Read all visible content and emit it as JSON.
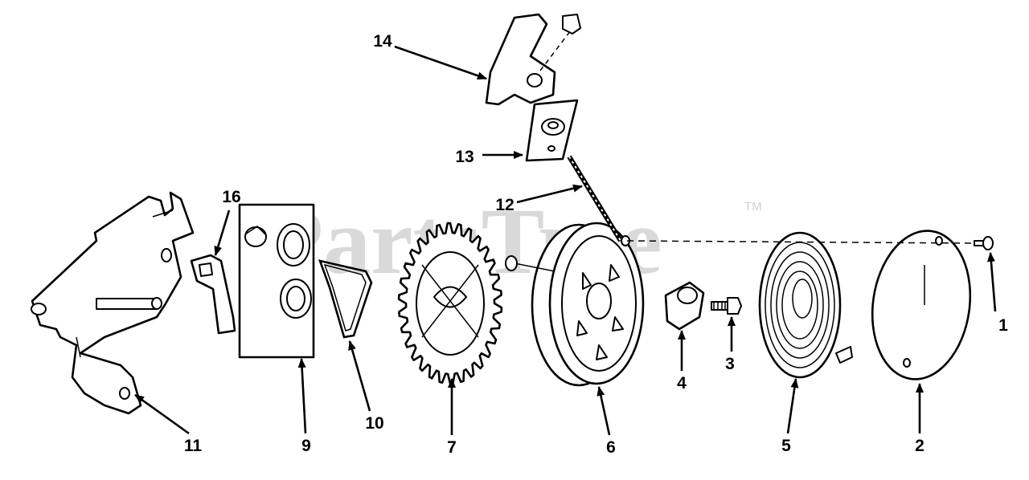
{
  "watermark": {
    "text": "PartsTree",
    "trademark": "TM"
  },
  "callouts": {
    "c1": "1",
    "c2": "2",
    "c3": "3",
    "c4": "4",
    "c5": "5",
    "c6": "6",
    "c7": "7",
    "c9": "9",
    "c10": "10",
    "c11": "11",
    "c12": "12",
    "c13": "13",
    "c14": "14",
    "c16": "16"
  },
  "colors": {
    "ink": "#000000",
    "watermark": "#d9d9d9",
    "background": "#ffffff"
  }
}
